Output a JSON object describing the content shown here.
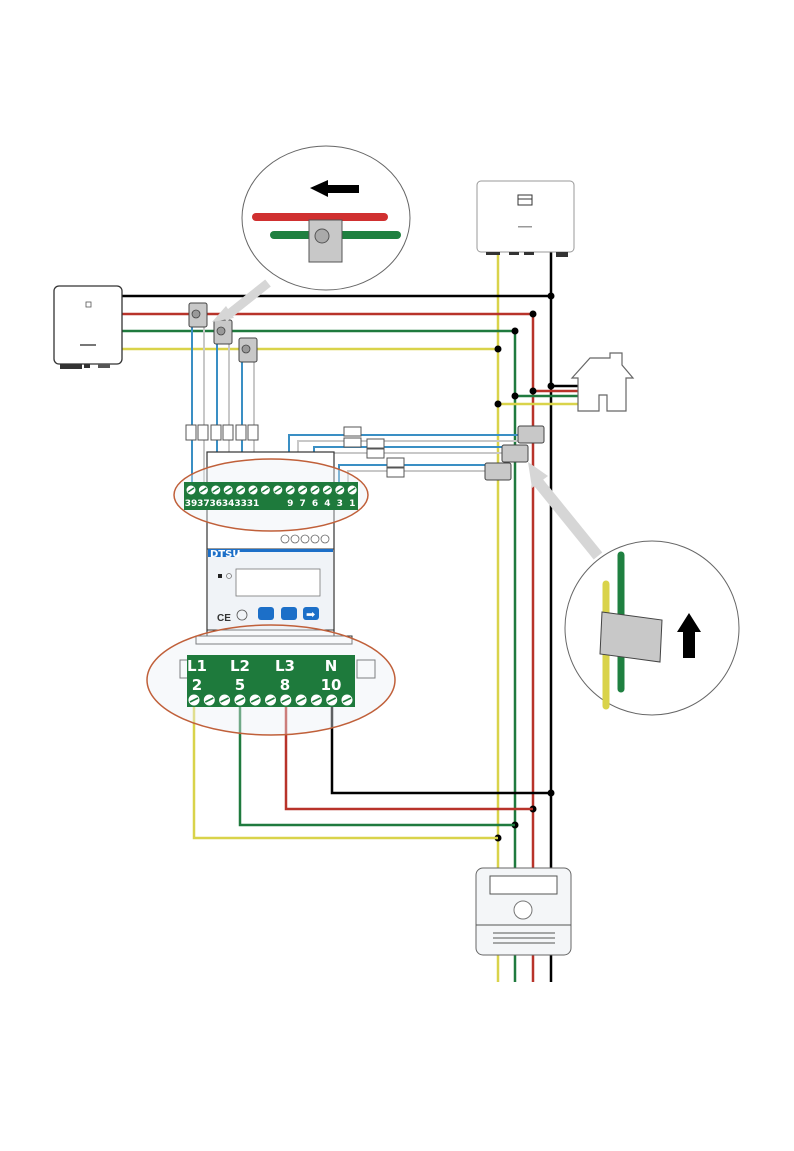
{
  "diagram": {
    "title": "DTSU meter wiring diagram",
    "colors": {
      "l1": "#d9d34a",
      "l2": "#1f7a3e",
      "l3": "#b8332a",
      "neutral": "#000000",
      "ct_signal_blue": "#3a8fc4",
      "ct_signal_grey": "#c8c8c8",
      "terminal_green": "#1e7a3c",
      "highlight_ellipse": "#c0603a",
      "meter_blue": "#1c6fc8"
    },
    "meter": {
      "brand_label": "DTSU",
      "upper_terminals": [
        "39",
        "37",
        "36",
        "34",
        "33",
        "31",
        "",
        "",
        "9",
        "7",
        "6",
        "4",
        "3",
        "1"
      ],
      "lower_terminal_phases": [
        "L1",
        "L2",
        "L3",
        "N"
      ],
      "lower_terminal_numbers": [
        "2",
        "5",
        "8",
        "10"
      ],
      "button_right_glyph": "➡",
      "ce_mark": "CE"
    },
    "devices": [
      {
        "name": "Inverter (left)"
      },
      {
        "name": "Inverter (top right)"
      },
      {
        "name": "House load"
      },
      {
        "name": "Grid energy meter"
      }
    ],
    "callouts": [
      {
        "name": "CT direction detail (top)",
        "arrow": "left"
      },
      {
        "name": "CT direction detail (right)",
        "arrow": "up"
      }
    ]
  }
}
